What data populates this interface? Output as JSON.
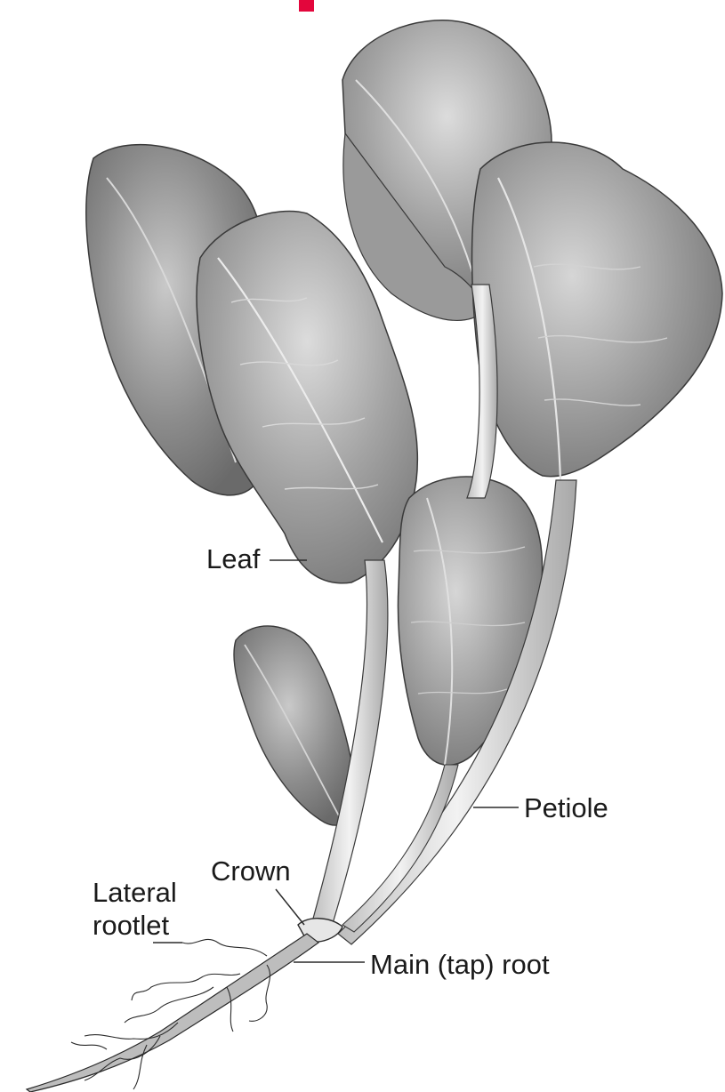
{
  "colors": {
    "accent": "#e3063c",
    "ink": "#2a2a2a",
    "leaf_shadow": "#7a7a7a",
    "leaf_mid": "#a9a9a9",
    "leaf_light": "#d4d4d4",
    "petiole": "#ebebeb"
  },
  "labels": {
    "leaf": "Leaf",
    "petiole": "Petiole",
    "crown": "Crown",
    "lateral_rootlet": [
      "Lateral",
      "rootlet"
    ],
    "main_root": "Main (tap) root"
  }
}
